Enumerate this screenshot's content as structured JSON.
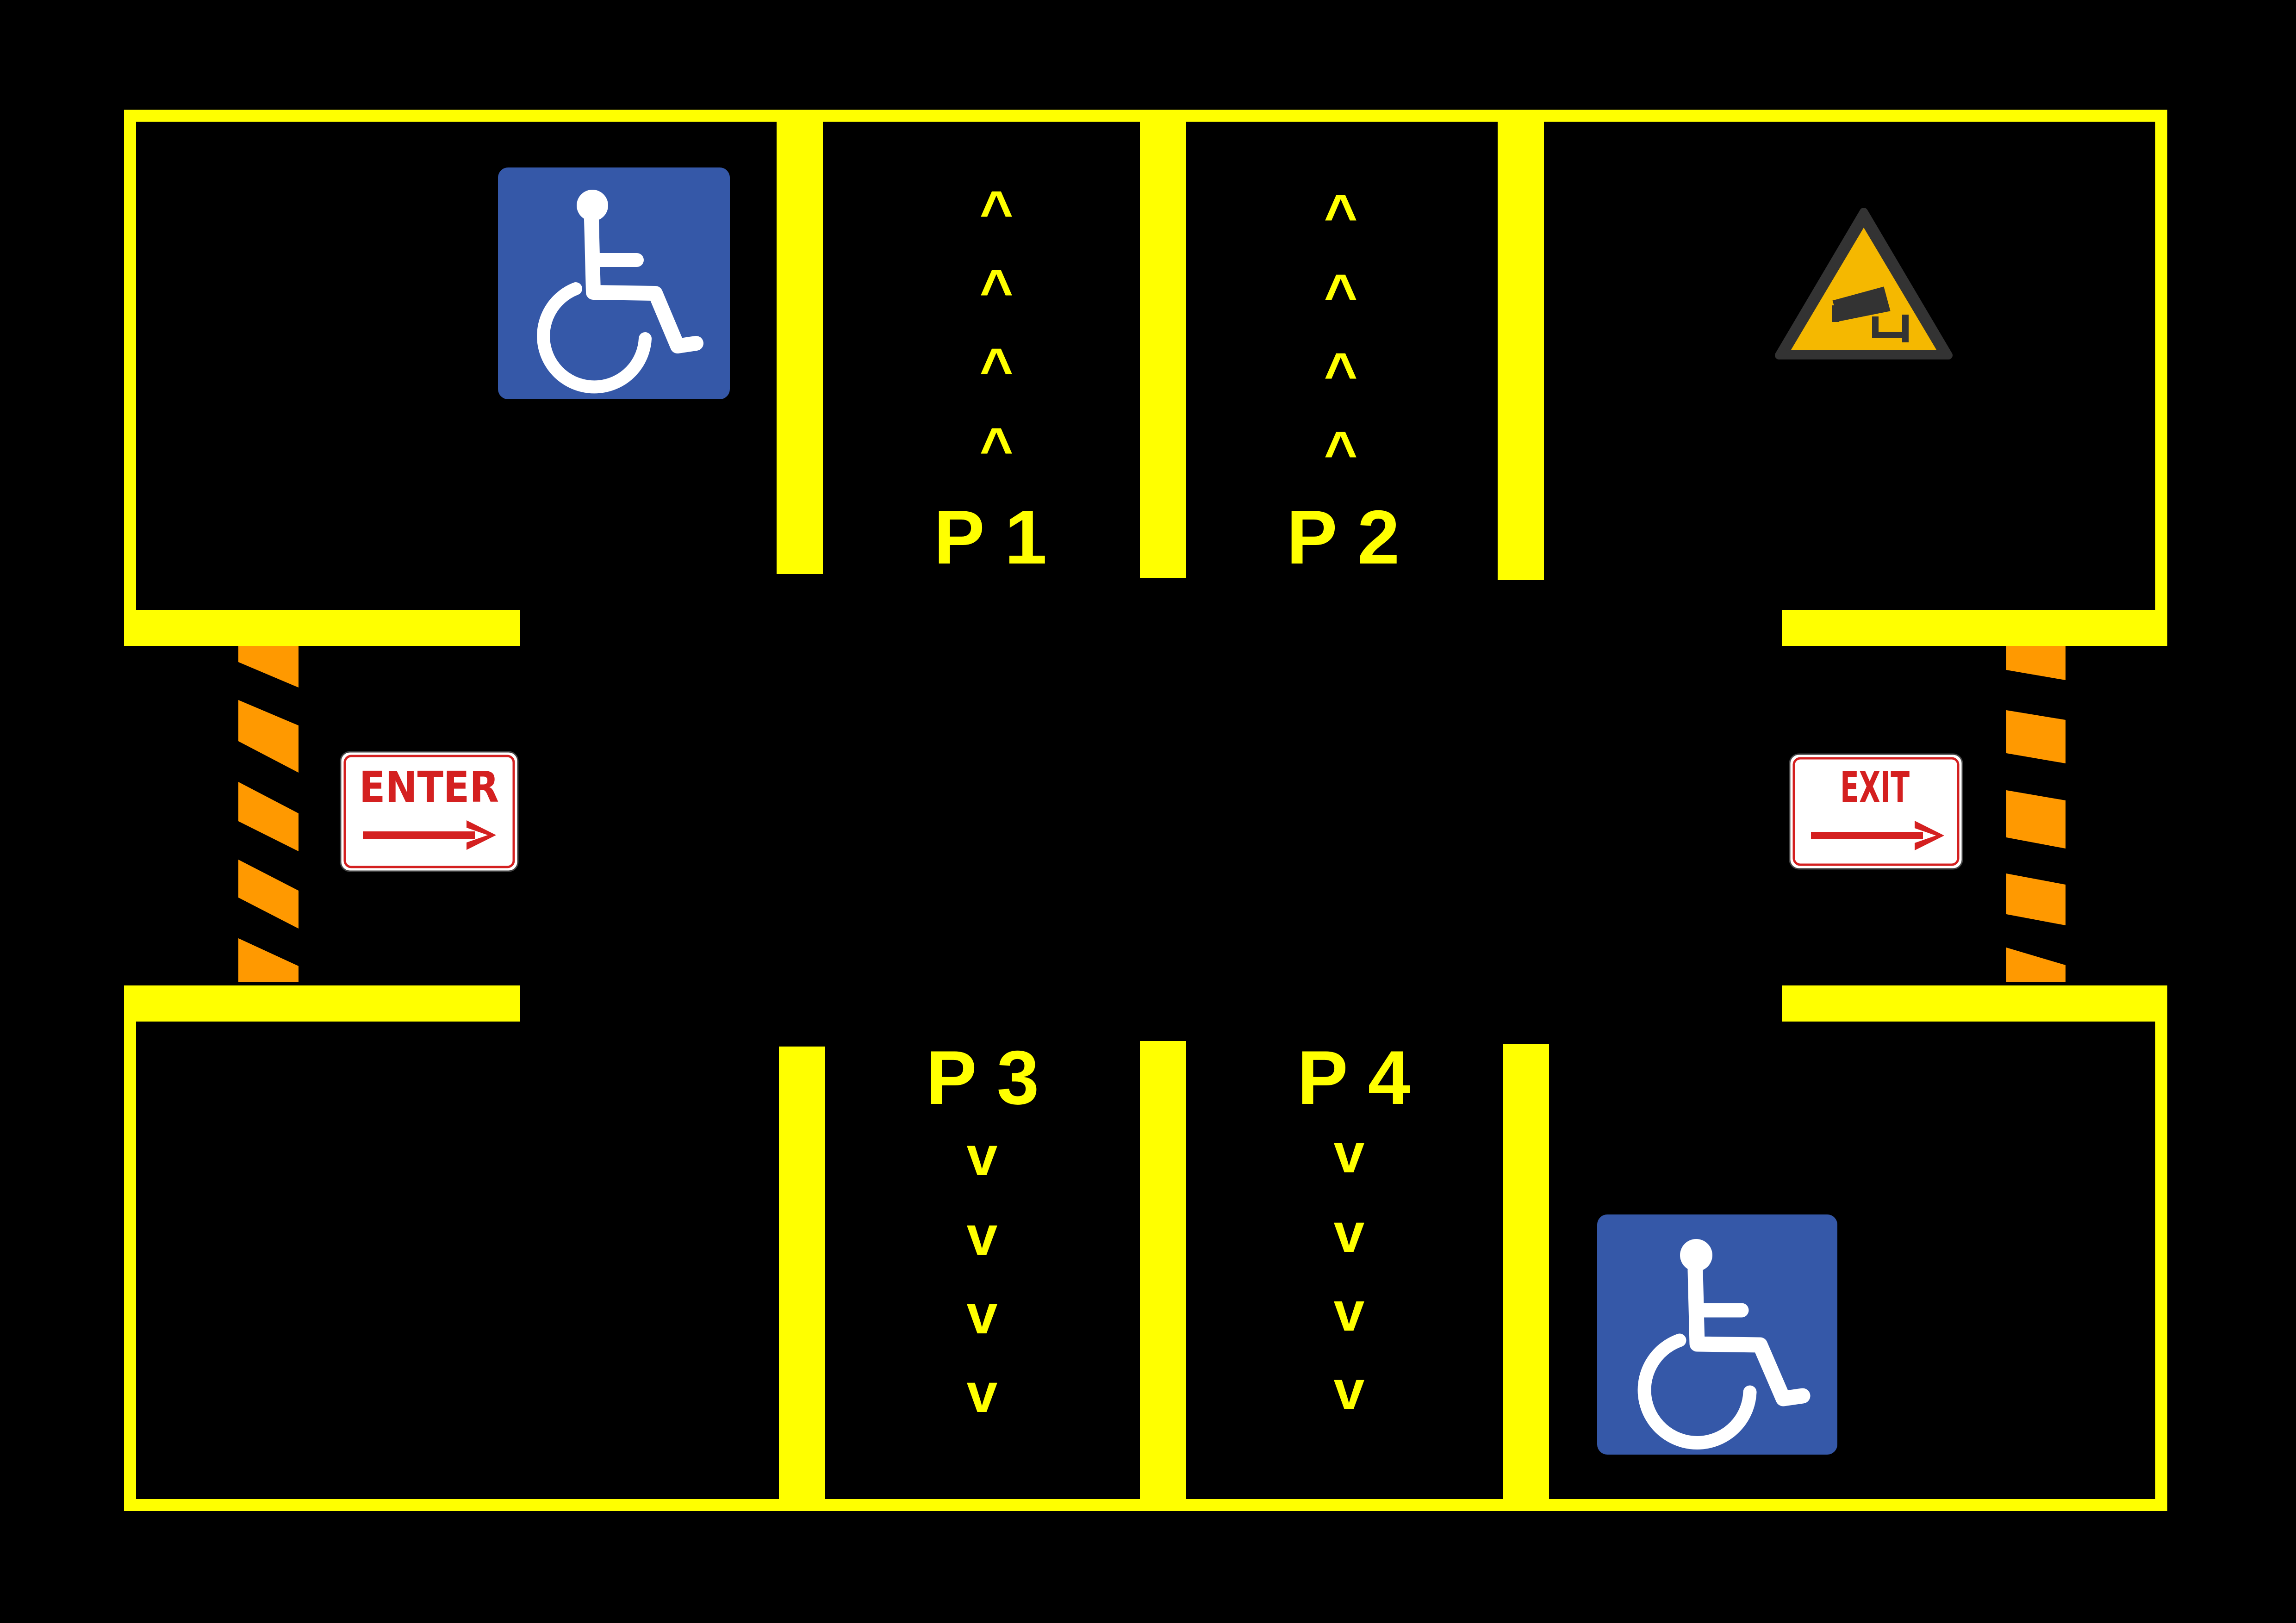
{
  "lot": {
    "background_color": "#000000",
    "line_color": "#FFFF00",
    "hazard_color": "#FF9900",
    "accessible_sign_color": "#3558A8",
    "cctv_sign_color": "#F5B800"
  },
  "spots": [
    {
      "label": "P 1",
      "direction": "up",
      "arrows": [
        "^",
        "^",
        "^",
        "^"
      ]
    },
    {
      "label": "P 2",
      "direction": "up",
      "arrows": [
        "^",
        "^",
        "^",
        "^"
      ]
    },
    {
      "label": "P 3",
      "direction": "down",
      "arrows": [
        "v",
        "v",
        "v",
        "v"
      ]
    },
    {
      "label": "P 4",
      "direction": "down",
      "arrows": [
        "v",
        "v",
        "v",
        "v"
      ]
    }
  ],
  "enter_sign": {
    "text": "ENTER",
    "text_color": "#D42020",
    "arrow_direction": "right"
  },
  "exit_sign": {
    "text": "EXIT",
    "text_color": "#D42020",
    "arrow_direction": "right"
  },
  "icons": {
    "accessible": "wheelchair-icon",
    "camera_warning": "cctv-camera-warning-icon",
    "arrow": "arrow-right-icon"
  }
}
